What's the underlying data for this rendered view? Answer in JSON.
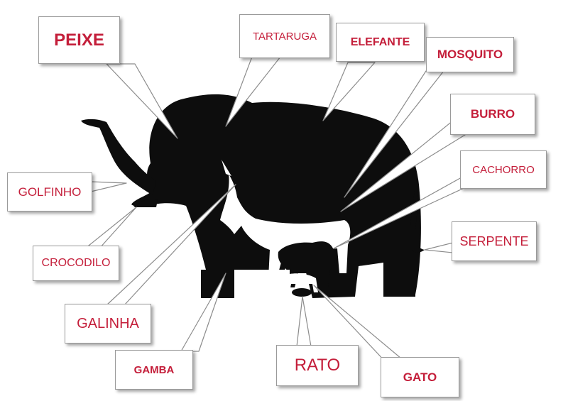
{
  "colors": {
    "text": "#c41e3a",
    "silhouette": "#0d0d0d",
    "animal_white": "#ffffff",
    "pointer_fill": "#ffffff",
    "pointer_stroke": "#8c8c8c"
  },
  "labels": {
    "peixe": "PEIXE",
    "tartaruga": "TARTARUGA",
    "elefante": "ELEFANTE",
    "mosquito": "MOSQUITO",
    "burro": "BURRO",
    "cachorro": "CACHORRO",
    "serpente": "SERPENTE",
    "golfinho": "GOLFINHO",
    "crocodilo": "CROCODILO",
    "galinha": "GALINHA",
    "gamba": "GAMBA",
    "rato": "RATO",
    "gato": "GATO"
  }
}
